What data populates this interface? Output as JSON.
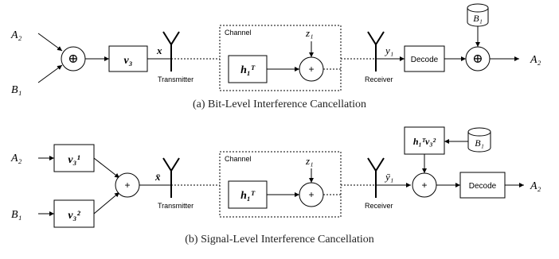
{
  "diagram_a": {
    "caption": "(a) Bit-Level Interference Cancellation",
    "input_top": "A₂",
    "input_bottom": "B₁",
    "combiner_symbol": "⊕",
    "precoder": "v₃",
    "tx_signal": "x",
    "transmitter_label": "Transmitter",
    "channel_label": "Channel",
    "channel_gain": "h₁ᵀ",
    "noise": "z₁",
    "adder_symbol": "+",
    "receiver_label": "Receiver",
    "rx_signal": "y₁",
    "decode_label": "Decode",
    "side_info": "B₁",
    "output_combiner_symbol": "⊕",
    "output": "A₂"
  },
  "diagram_b": {
    "caption": "(b) Signal-Level Interference Cancellation",
    "input_top": "A₂",
    "input_bottom": "B₁",
    "precoder_top": "v₃¹",
    "precoder_bottom": "v₃²",
    "combiner_symbol": "+",
    "tx_signal": "x̄",
    "transmitter_label": "Transmitter",
    "channel_label": "Channel",
    "channel_gain": "h₁ᵀ",
    "noise": "z₁",
    "adder_symbol": "+",
    "receiver_label": "Receiver",
    "rx_signal": "ȳ₁",
    "cancel_term": "h₁ᵀv₃²",
    "side_info": "B₁",
    "output_adder_symbol": "+",
    "decode_label": "Decode",
    "output": "A₂"
  }
}
